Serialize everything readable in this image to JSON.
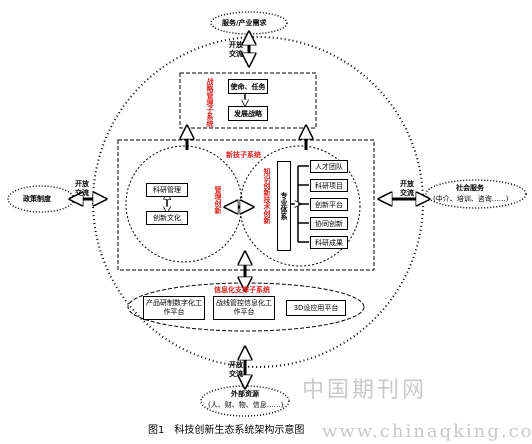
{
  "top_node": "服务/产业需求",
  "left_node": "政策制度",
  "right_node": {
    "title": "社会服务",
    "subtitle": "(中介、培训、咨询……)"
  },
  "bottom_node": {
    "title": "外部资源",
    "subtitle": "(人、财、物、信息……)"
  },
  "exchange_label": [
    "开放",
    "交流"
  ],
  "strategy": {
    "label": "战略管理子系统",
    "box1": "使命、任务",
    "box2": "发展战略"
  },
  "innovation": {
    "label": "新技子系统",
    "mgmt_label": "管理创新",
    "left_items": [
      "科研管理",
      "创新文化"
    ],
    "knowledge_label": "知识创新技术创新",
    "pro_system": "专业体系",
    "right_items": [
      "人才团队",
      "科研项目",
      "创新平台",
      "协同创新",
      "科研成果"
    ]
  },
  "info": {
    "label": "信息化支撑子系统",
    "items": [
      "产品研制数字化工作平台",
      "战线管控信息化工作平台",
      "3D设应用平台"
    ]
  },
  "caption": "图1　科技创新生态系统架构示意图",
  "watermark": {
    "cn": "中国期刊网",
    "url": "www.chinaqking.com"
  }
}
